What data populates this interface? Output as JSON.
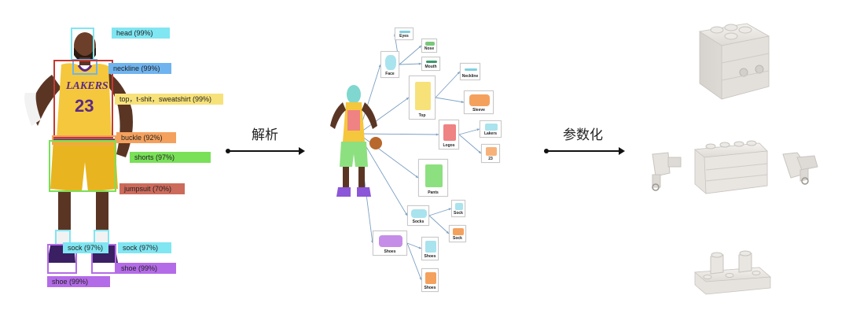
{
  "detections": [
    {
      "label": "head (99%)",
      "color": "#7fe6f2"
    },
    {
      "label": "neckline (99%)",
      "color": "#6fb4ef"
    },
    {
      "label": "top，t-shit，sweatshirt (99%)",
      "color": "#f7e27a"
    },
    {
      "label": "buckle (92%)",
      "color": "#f4a15e"
    },
    {
      "label": "shorts (97%)",
      "color": "#79e058"
    },
    {
      "label": "jumpsuit (70%)",
      "color": "#cc6a5c"
    },
    {
      "label": "sock (97%)",
      "color": "#7fe6f2"
    },
    {
      "label": "sock (97%)",
      "color": "#7fe6f2"
    },
    {
      "label": "shoe (99%)",
      "color": "#b46be8"
    },
    {
      "label": "shoe (99%)",
      "color": "#b46be8"
    }
  ],
  "steps": {
    "parse_label": "解析",
    "param_label": "参数化"
  },
  "tree": {
    "nodes": [
      {
        "label": "Eyes",
        "shape": "eyes",
        "color": "#7fd0e0"
      },
      {
        "label": "Nose",
        "shape": "nose",
        "color": "#79c87a"
      },
      {
        "label": "Mouth",
        "shape": "mouth",
        "color": "#3a9a6a"
      },
      {
        "label": "Face",
        "shape": "face",
        "color": "#a9e3ee"
      },
      {
        "label": "Top",
        "shape": "top",
        "color": "#f7e27a"
      },
      {
        "label": "Neckline",
        "shape": "neckline",
        "color": "#7fd0e0"
      },
      {
        "label": "Sleeve",
        "shape": "sleeve",
        "color": "#f4a15e"
      },
      {
        "label": "Logos",
        "shape": "logos",
        "color": "#ef8282"
      },
      {
        "label": "Lakers",
        "shape": "lakers",
        "color": "#a9e3ee"
      },
      {
        "label": "23",
        "shape": "num",
        "color": "#f7b27a"
      },
      {
        "label": "Pants",
        "shape": "pants",
        "color": "#8de080"
      },
      {
        "label": "Socks",
        "shape": "socks",
        "color": "#a9e3ee"
      },
      {
        "label": "Sock",
        "shape": "sock",
        "color": "#a9e3ee"
      },
      {
        "label": "Sock",
        "shape": "sock",
        "color": "#f4a15e"
      },
      {
        "label": "Shoes",
        "shape": "shoes",
        "color": "#c58de8"
      },
      {
        "label": "Shoes",
        "shape": "shoe",
        "color": "#a9e3ee"
      },
      {
        "label": "Shoes",
        "shape": "shoe",
        "color": "#f4a15e"
      }
    ]
  },
  "colors": {
    "jersey": "#f5c73c",
    "jersey_purple": "#5b2a86",
    "skin": "#6b3f2a",
    "tree_line": "#7a9fc4",
    "lego": "#e6e3df"
  }
}
